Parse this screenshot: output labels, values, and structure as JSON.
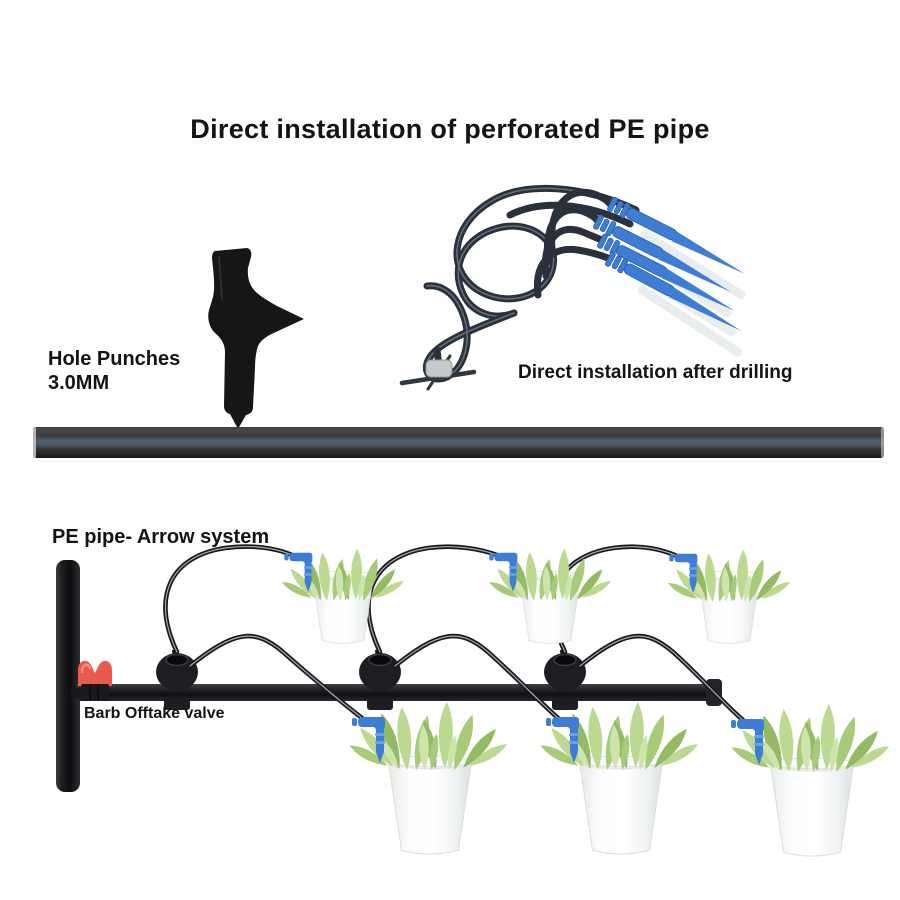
{
  "header": {
    "title": "Direct installation of perforated PE pipe"
  },
  "top_section": {
    "hole_punch_label_line1": "Hole Punches",
    "hole_punch_label_line2": "3.0MM",
    "drilling_label": "Direct installation after drilling"
  },
  "bottom_section": {
    "system_label": "PE pipe- Arrow system",
    "valve_label": "Barb Offtake valve"
  },
  "colors": {
    "dripper_blue": "#3d7ed4",
    "valve_red": "#e85a50",
    "plant_green": "#a8cb79",
    "pipe_black": "#17181c",
    "bar_stripe_blue": "#4d5c68",
    "pot_white": "#f7f9f9"
  }
}
